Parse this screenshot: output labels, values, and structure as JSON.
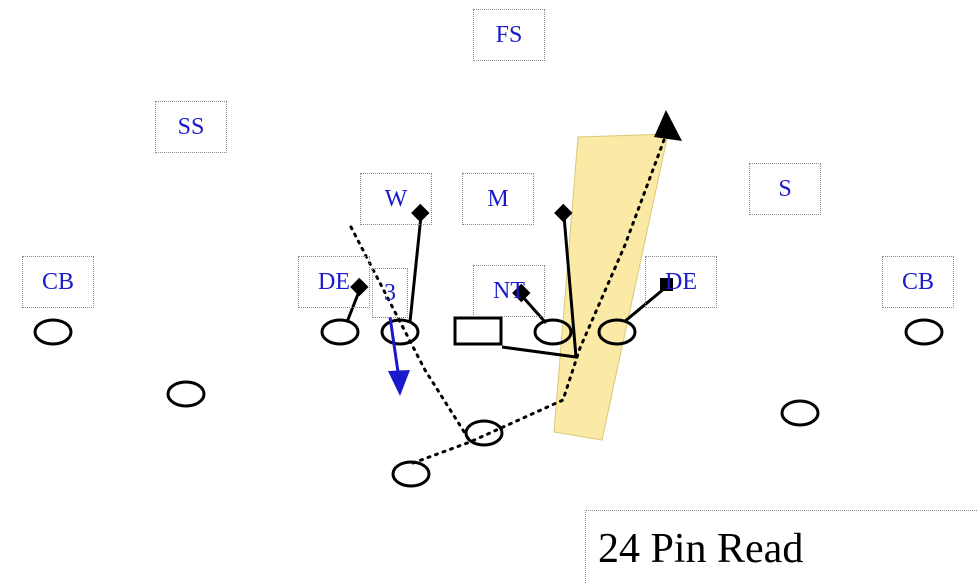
{
  "title": "24 Pin Read",
  "labels": {
    "fs": "FS",
    "ss": "SS",
    "w": "W",
    "m": "M",
    "s": "S",
    "cb_left": "CB",
    "de_left": "DE",
    "three": "3",
    "nt": "NT",
    "de_right": "DE",
    "cb_right": "CB"
  },
  "colors": {
    "label_text": "#1a1acc",
    "arrow_blue": "#1a1acc",
    "highlight": "#fbe9a6",
    "ink": "#000000"
  }
}
